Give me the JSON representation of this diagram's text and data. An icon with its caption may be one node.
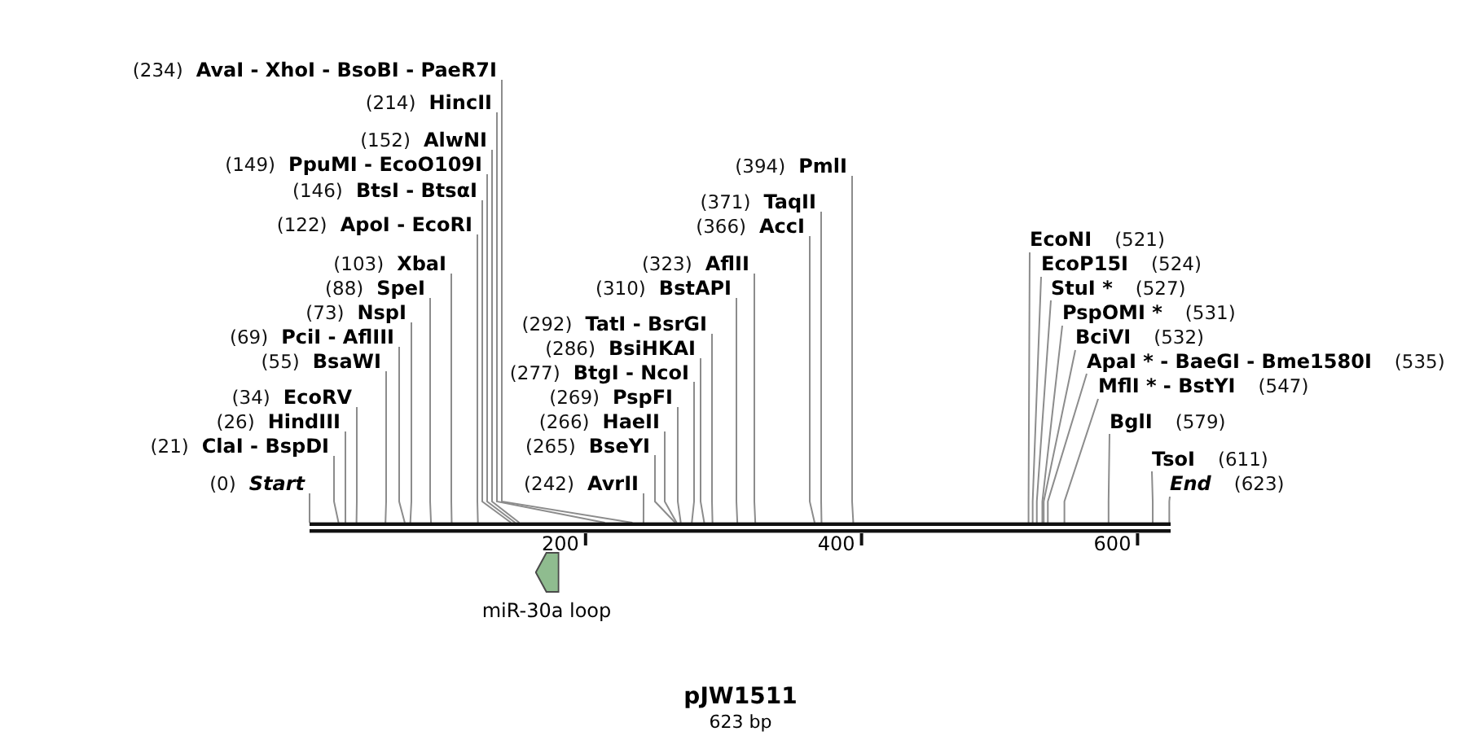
{
  "diagram": {
    "title": "pJW1511",
    "caption": "623 bp",
    "nodes": [
      {
        "text": [
          "(234)",
          "AvaI - XhoI - BsoBI - PaeR7I"
        ]
      },
      {
        "text": [
          "(214)",
          "HincII"
        ]
      },
      {
        "text": [
          "(152)",
          "AlwNI"
        ]
      },
      {
        "text": [
          "(149)",
          "PpuMI - EcoO109I"
        ]
      },
      {
        "text": [
          "(394)",
          "PmlI"
        ]
      },
      {
        "text": [
          "(146)",
          "BtsI - BtsαI"
        ]
      },
      {
        "text": [
          "(371)",
          "TaqII"
        ]
      },
      {
        "text": [
          "(122)",
          "ApoI - EcoRI"
        ]
      },
      {
        "text": [
          "(366)",
          "AccI"
        ]
      },
      {
        "text": [
          "EcoNI",
          "(521)"
        ]
      },
      {
        "text": [
          "(103)",
          "XbaI"
        ]
      },
      {
        "text": [
          "(323)",
          "AflII"
        ]
      },
      {
        "text": [
          "EcoP15I",
          "(524)"
        ]
      },
      {
        "text": [
          "(88)",
          "SpeI"
        ]
      },
      {
        "text": [
          "(310)",
          "BstAPI"
        ]
      },
      {
        "text": [
          "StuI *",
          "(527)"
        ]
      },
      {
        "text": [
          "(73)",
          "NspI"
        ]
      },
      {
        "text": [
          "PspOMI *",
          "(531)"
        ]
      },
      {
        "text": [
          "(292)",
          "TatI - BsrGI"
        ]
      },
      {
        "text": [
          "(69)",
          "PciI - AflIII"
        ]
      },
      {
        "text": [
          "BciVI",
          "(532)"
        ]
      },
      {
        "text": [
          "(286)",
          "BsiHKAI"
        ]
      },
      {
        "text": [
          "(55)",
          "BsaWI"
        ]
      },
      {
        "text": [
          "ApaI * - BaeGI - Bme1580I",
          "(535)"
        ]
      },
      {
        "text": [
          "(277)",
          "BtgI - NcoI"
        ]
      },
      {
        "text": [
          "MflI * - BstYI",
          "(547)"
        ]
      },
      {
        "text": [
          "(34)",
          "EcoRV"
        ]
      },
      {
        "text": [
          "(269)",
          "PspFI"
        ]
      },
      {
        "text": [
          "(26)",
          "HindIII"
        ]
      },
      {
        "text": [
          "(266)",
          "HaeII"
        ]
      },
      {
        "text": [
          "BglI",
          "(579)"
        ]
      },
      {
        "text": [
          "(21)",
          "ClaI - BspDI"
        ]
      },
      {
        "text": [
          "(265)",
          "BseYI"
        ]
      },
      {
        "text": [
          "TsoI",
          "(611)"
        ]
      },
      {
        "text": [
          "(0)",
          "Start"
        ]
      },
      {
        "text": [
          "(242)",
          "AvrII"
        ]
      },
      {
        "text": [
          "End",
          "(623)"
        ]
      },
      {
        "text": [],
        "shape": "bar"
      },
      {
        "text": [
          "miR-30a loop"
        ]
      }
    ],
    "edges": [
      {
        "from": 0,
        "to": 37,
        "arrow": "none"
      },
      {
        "from": 1,
        "to": 37,
        "arrow": "none"
      },
      {
        "from": 2,
        "to": 37,
        "arrow": "none"
      },
      {
        "from": 3,
        "to": 37,
        "arrow": "none"
      },
      {
        "from": 4,
        "to": 37,
        "arrow": "none"
      },
      {
        "from": 5,
        "to": 37,
        "arrow": "none"
      },
      {
        "from": 6,
        "to": 37,
        "arrow": "none"
      },
      {
        "from": 7,
        "to": 37,
        "arrow": "none"
      },
      {
        "from": 8,
        "to": 37,
        "arrow": "none"
      },
      {
        "from": 9,
        "to": 37,
        "arrow": "none"
      },
      {
        "from": 10,
        "to": 37,
        "arrow": "none"
      },
      {
        "from": 11,
        "to": 37,
        "arrow": "none"
      },
      {
        "from": 12,
        "to": 37,
        "arrow": "none"
      },
      {
        "from": 13,
        "to": 37,
        "arrow": "none"
      },
      {
        "from": 14,
        "to": 37,
        "arrow": "none"
      },
      {
        "from": 15,
        "to": 37,
        "arrow": "none"
      },
      {
        "from": 16,
        "to": 37,
        "arrow": "none"
      },
      {
        "from": 17,
        "to": 37,
        "arrow": "none"
      },
      {
        "from": 18,
        "to": 37,
        "arrow": "none"
      },
      {
        "from": 19,
        "to": 37,
        "arrow": "none"
      },
      {
        "from": 20,
        "to": 37,
        "arrow": "none"
      },
      {
        "from": 21,
        "to": 37,
        "arrow": "none"
      },
      {
        "from": 22,
        "to": 37,
        "arrow": "none"
      },
      {
        "from": 23,
        "to": 37,
        "arrow": "none"
      },
      {
        "from": 24,
        "to": 37,
        "arrow": "none"
      },
      {
        "from": 25,
        "to": 37,
        "arrow": "none"
      },
      {
        "from": 26,
        "to": 37,
        "arrow": "none"
      },
      {
        "from": 27,
        "to": 37,
        "arrow": "none"
      },
      {
        "from": 28,
        "to": 37,
        "arrow": "none"
      },
      {
        "from": 29,
        "to": 37,
        "arrow": "none"
      },
      {
        "from": 30,
        "to": 37,
        "arrow": "none"
      },
      {
        "from": 31,
        "to": 37,
        "arrow": "none"
      },
      {
        "from": 32,
        "to": 37,
        "arrow": "none"
      },
      {
        "from": 33,
        "to": 37,
        "arrow": "none"
      },
      {
        "from": 34,
        "to": 37,
        "arrow": "none"
      },
      {
        "from": 35,
        "to": 37,
        "arrow": "none"
      },
      {
        "from": 36,
        "to": 37,
        "arrow": "none"
      }
    ],
    "labels": [
      "200",
      "400",
      "600"
    ]
  }
}
